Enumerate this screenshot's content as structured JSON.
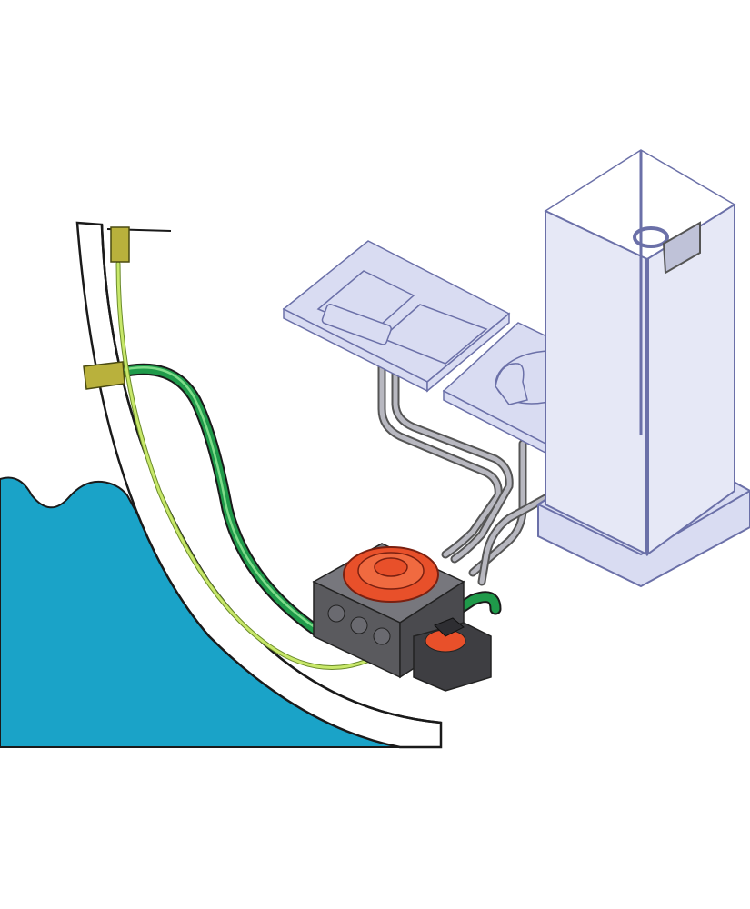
{
  "diagram": {
    "colors": {
      "water": "#1aa3c8",
      "hull_fill": "#ffffff",
      "outline": "#1a1a1a",
      "through_hull_fitting": "#b9b13c",
      "thick_hose": "#1f9a4a",
      "thick_hose_highlight": "#7fdc8a",
      "thin_hose": "#c8e86a",
      "pump_body": "#5a5a5e",
      "pump_filter": "#e8502a",
      "fixture_fill": "#d9dcf2",
      "fixture_edge": "#6b70a8",
      "drain_pipe": "#9a9aa2",
      "shower_glass": "#e6e8f6"
    },
    "components": {
      "hull": "boat-hull-section",
      "water": "sea-water",
      "deck_fitting": "vent-through-hull-fitting",
      "side_fitting": "discharge-through-hull-fitting",
      "discharge_hose": "discharge-hose",
      "vent_hose": "vent-hose",
      "pump": "grey-water-pump-box",
      "filter": "pump-strainer-filter",
      "double_sink": "double-galley-sink",
      "washbasin": "washbasin",
      "shower": "shower-cabin"
    }
  }
}
